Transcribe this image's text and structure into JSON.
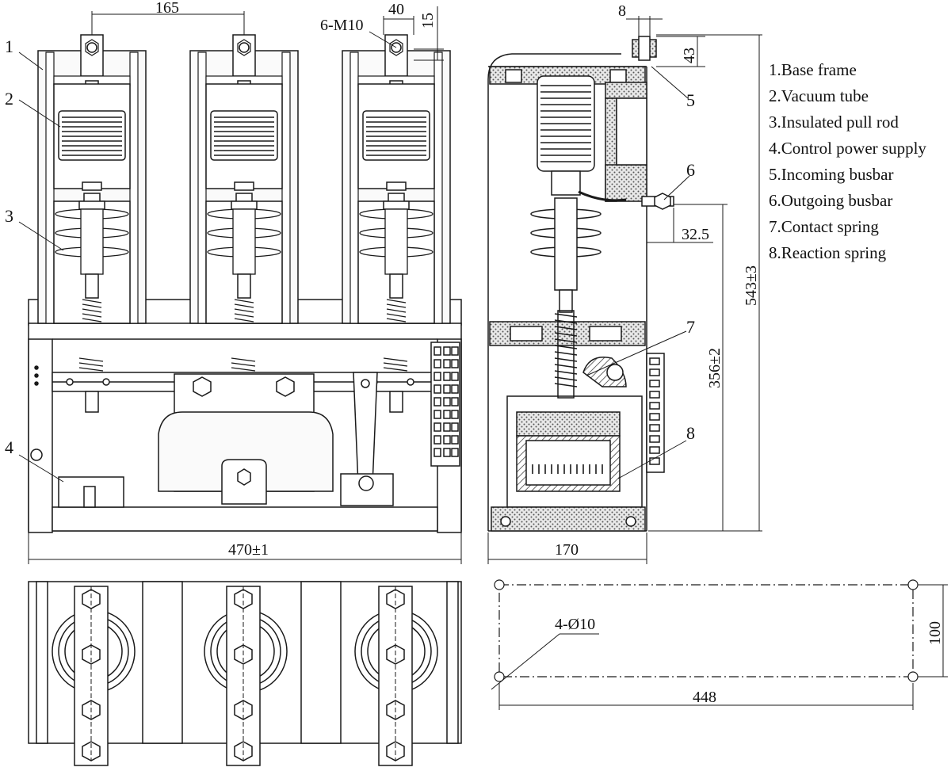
{
  "legend": [
    "1.Base frame",
    "2.Vacuum tube",
    "3.Insulated pull rod",
    "4.Control power supply",
    "5.Incoming busbar",
    "6.Outgoing busbar",
    "7.Contact spring",
    "8.Reaction spring"
  ],
  "callouts": {
    "c1": "1",
    "c2": "2",
    "c3": "3",
    "c4": "4",
    "c5": "5",
    "c6": "6",
    "c7": "7",
    "c8": "8"
  },
  "dimensions": {
    "pole_pitch": "165",
    "bolt_spec": "6-M10",
    "busbar_width": "40",
    "busbar_offset": "15",
    "top_offset": "8",
    "top_height": "43",
    "outgoing_offset": "32.5",
    "total_height": "543±3",
    "outgoing_height": "356±2",
    "total_width": "470±1",
    "side_depth": "170",
    "mount_holes": "4-Ø10",
    "hole_spacing_y": "100",
    "hole_spacing_x": "448"
  },
  "colors": {
    "line": "#1a1a1a",
    "hatch": "#9a9a9a",
    "fill_light": "#f2f2f2"
  }
}
